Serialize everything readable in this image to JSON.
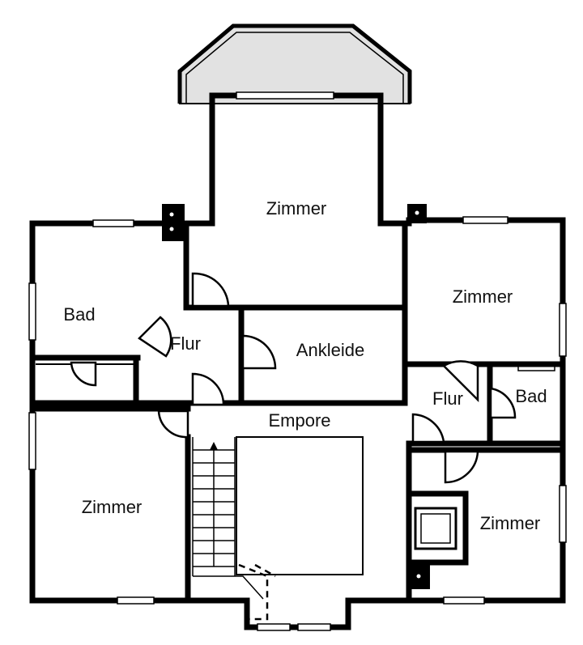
{
  "rooms": {
    "zimmer_top": "Zimmer",
    "bad_left": "Bad",
    "flur_left": "Flur",
    "ankleide": "Ankleide",
    "zimmer_right_top": "Zimmer",
    "flur_right": "Flur",
    "bad_right": "Bad",
    "empore": "Empore",
    "zimmer_left_bottom": "Zimmer",
    "zimmer_right_bottom": "Zimmer"
  },
  "colors": {
    "wall": "#000000",
    "bay_fill": "#e2e2e2",
    "background": "#ffffff"
  }
}
